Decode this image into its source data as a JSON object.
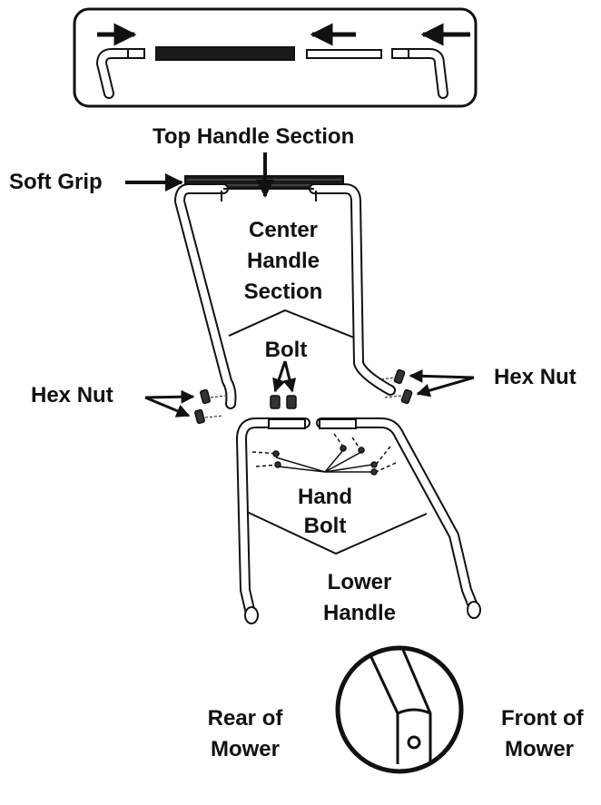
{
  "labels": {
    "top_handle_section": "Top Handle Section",
    "soft_grip": "Soft Grip",
    "center_line1": "Center",
    "center_line2": "Handle",
    "center_line3": "Section",
    "bolt": "Bolt",
    "hex_nut_left": "Hex Nut",
    "hex_nut_right": "Hex Nut",
    "hand_line1": "Hand",
    "hand_line2": "Bolt",
    "lower_line1": "Lower",
    "lower_line2": "Handle",
    "rear_line1": "Rear of",
    "rear_line2": "Mower",
    "front_line1": "Front of",
    "front_line2": "Mower"
  },
  "colors": {
    "ink": "#111111",
    "paper": "#ffffff",
    "grip": "#1a1a1a"
  }
}
